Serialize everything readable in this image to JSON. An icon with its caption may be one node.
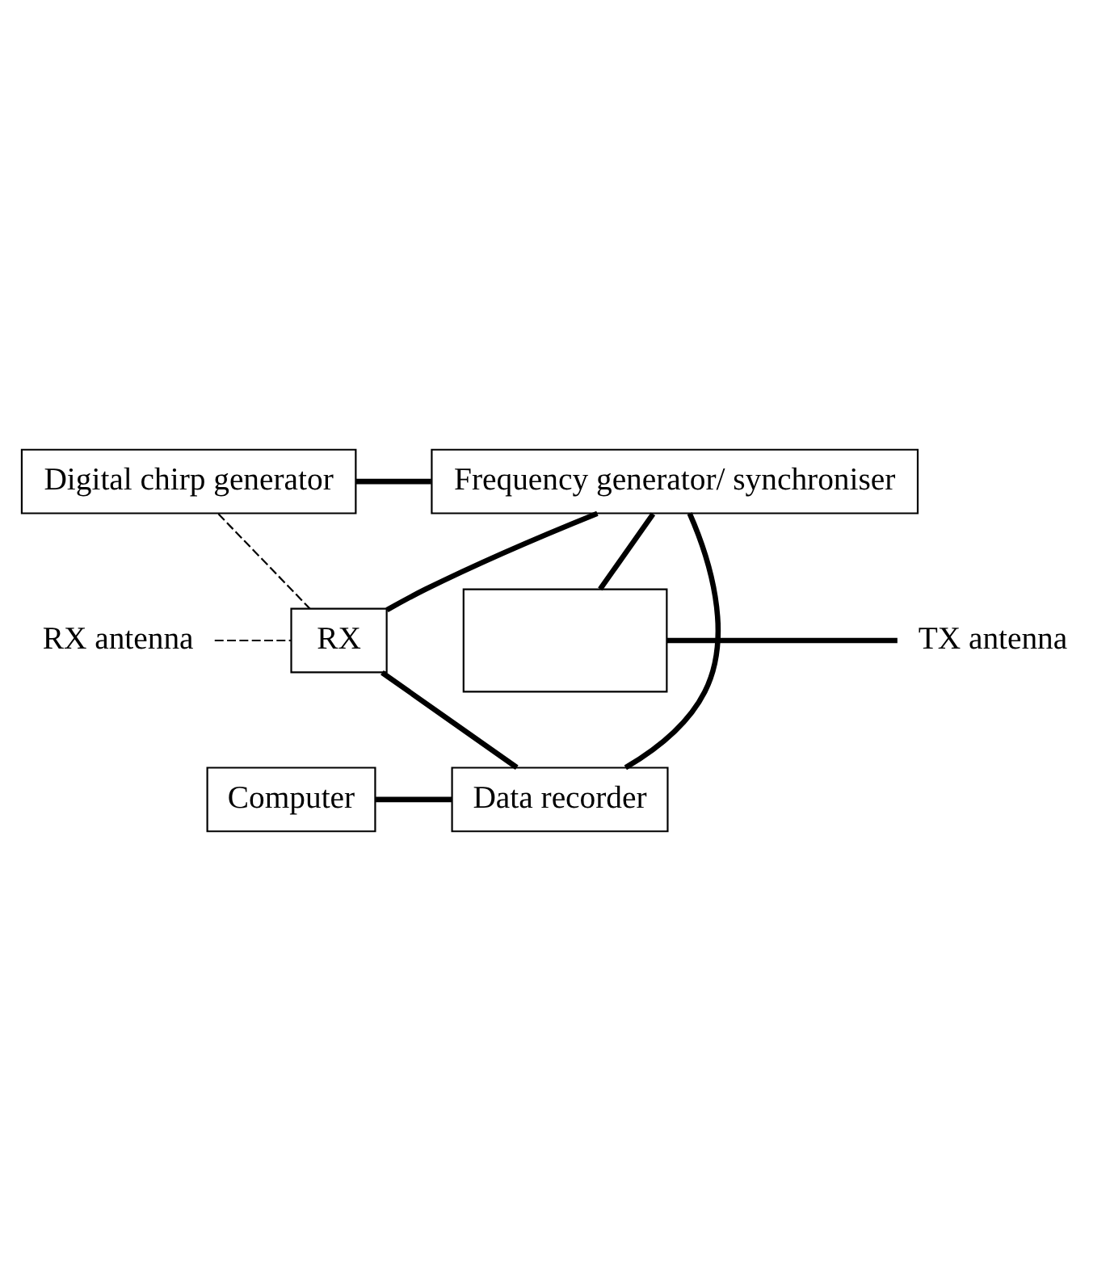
{
  "diagram": {
    "nodes": [
      {
        "text": [],
        "shape": "box"
      },
      {
        "text": [
          "TX antenna"
        ]
      },
      {
        "text": [
          "Digital chirp generator"
        ]
      },
      {
        "text": [
          "Frequency generator/ synchroniser"
        ]
      },
      {
        "text": [
          "RX antenna"
        ]
      },
      {
        "text": [
          "RX"
        ]
      },
      {
        "text": [
          "Computer"
        ]
      },
      {
        "text": [
          "Data recorder"
        ]
      }
    ],
    "edges": [
      {
        "from": 3,
        "to": 0,
        "arrow": "none"
      },
      {
        "from": 0,
        "to": 1,
        "arrow": "none"
      },
      {
        "from": 2,
        "to": 3,
        "arrow": "none"
      },
      {
        "from": 3,
        "to": 5,
        "arrow": "none"
      },
      {
        "from": 2,
        "to": 5,
        "arrow": "none",
        "style": "dashed"
      },
      {
        "from": 4,
        "to": 5,
        "arrow": "none",
        "style": "dashed"
      },
      {
        "from": 3,
        "to": 7,
        "arrow": "none"
      },
      {
        "from": 5,
        "to": 7,
        "arrow": "none"
      },
      {
        "from": 6,
        "to": 7,
        "arrow": "none"
      }
    ]
  }
}
